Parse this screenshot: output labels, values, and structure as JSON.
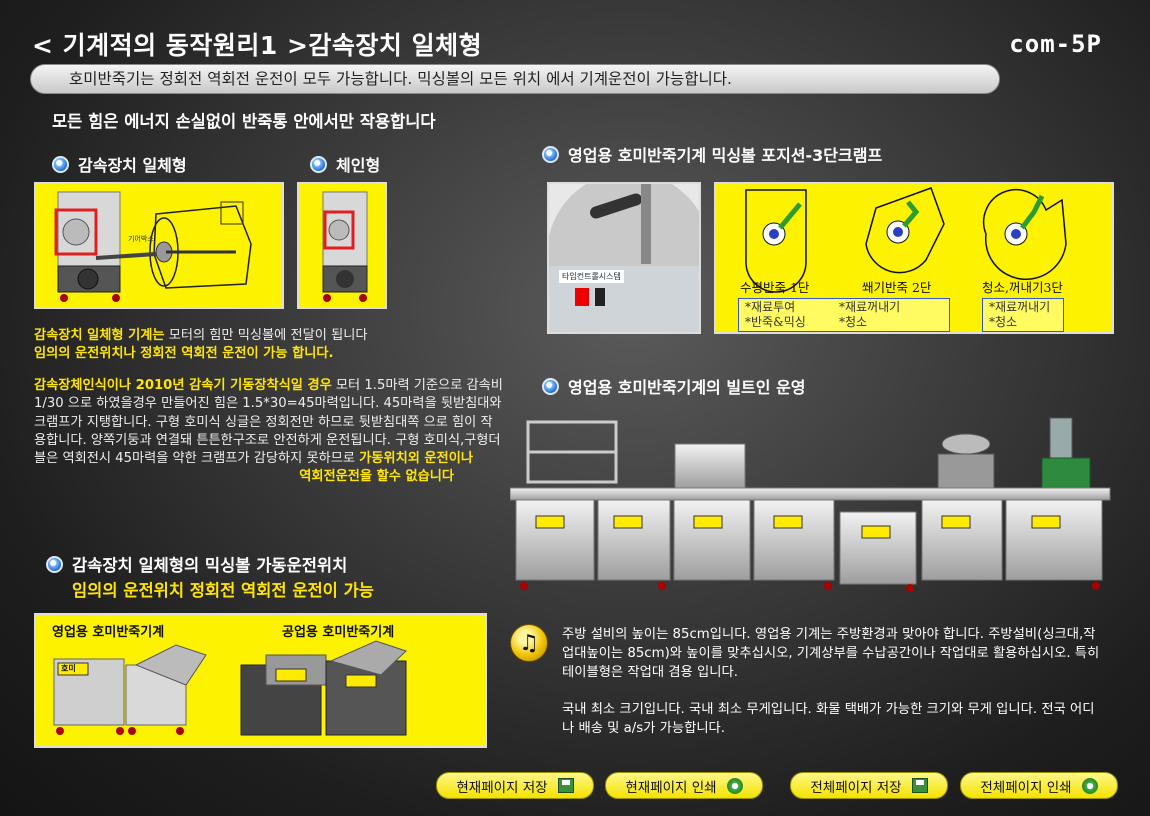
{
  "header": {
    "title": "< 기계적의 동작원리1 >감속장치 일체형",
    "code": "com-5P"
  },
  "banner": "호미반죽기는 정회전 역회전 운전이 모두 가능합니다.  믹싱볼의 모든 위치 에서 기계운전이 가능합니다.",
  "subheading": "모든 힘은 에너지 손실없이 반죽통 안에서만 작용합니다",
  "left": {
    "section1_title": "감속장치 일체형",
    "section2_title": "체인형",
    "gearbox_label": "기어박스",
    "para1_highlight": "감속장치 일체형 기계는",
    "para1_text": " 모터의 힘만 믹싱볼에 전달이 됩니다",
    "para1_line2": "임의의 운전위치나 정회전 역회전 운전이 가능 합니다.",
    "para2_highlight": "감속장체인식이나 2010년 감속기 기동장착식일 경우",
    "para2_text": " 모터 1.5마력 기준으로 감속비 1/30 으로 하였을경우 만들어진 힘은 1.5*30=45마력입니다. 45마력을 뒷받침대와 크램프가 지탱합니다. 구형 호미식 싱글은 정회전만 하므로 뒷받침대쪽 으로 힘이 작용합니다. 양쪽기둥과 연결돼 튼튼한구조로 안전하게 운전됩니다. 구형 호미식,구형더블은 역회전시 45마력을 약한 크램프가 감당하지 못하므로 ",
    "para2_end_a": "가동위치외 운전이나",
    "para2_end_b": "역회전운전을 할수 없습니다",
    "section3_title": "감속장치 일체형의 믹싱볼 가동운전위치",
    "section3_sub": "임의의 운전위치 정회전 역회전 운전이 가능",
    "box_label_left": "영업용 호미반죽기계",
    "box_label_right": "공업용 호미반죽기계",
    "machine_brand": "호미"
  },
  "right": {
    "section1_title": "영업용 호미반죽기계 믹싱볼 포지션-3단크램프",
    "panel_label": "타임컨트롤시스템",
    "positions": [
      {
        "label": "수평반죽 1단"
      },
      {
        "label": "쐐기반죽 2단"
      },
      {
        "label": "청소,꺼내기3단"
      }
    ],
    "legend1": [
      "*재료투여",
      "*재료꺼내기",
      "*반죽&믹싱",
      "*청소"
    ],
    "legend2": [
      "*재료꺼내기",
      "*청소"
    ],
    "section2_title": "영업용 호미반죽기계의 빌트인 운영",
    "note1": "주방 설비의 높이는 85cm입니다. 영업용 기계는 주방환경과 맞아야 합니다. 주방설비(싱크대,작업대높이는 85cm)와 높이를 맞추십시오, 기계상부를 수납공간이나 작업대로 활용하십시오. 특히 테이블형은 작업대 겸용 입니다.",
    "note2": "국내 최소 크기입니다. 국내 최소 무게입니다. 화물 택배가 가능한 크기와 무게 입니다. 전국 어디나 배송 및 a/s가 가능합니다."
  },
  "buttons": [
    {
      "label": "현재페이지 저장",
      "icon": "save-icon"
    },
    {
      "label": "현재페이지 인쇄",
      "icon": "print-icon"
    },
    {
      "label": "전체페이지 저장",
      "icon": "save-icon"
    },
    {
      "label": "전체페이지 인쇄",
      "icon": "print-icon"
    }
  ],
  "colors": {
    "highlight": "#ffe500",
    "panel_yellow": "#fdf200",
    "accent_blue": "#2a64c8"
  }
}
